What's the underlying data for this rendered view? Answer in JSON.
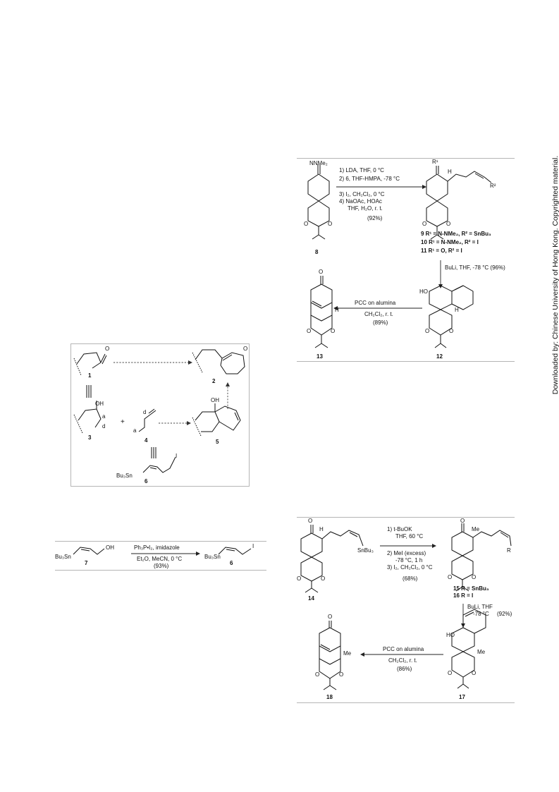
{
  "sidebar_note": "Downloaded by: Chinese University of Hong Kong. Copyrighted material.",
  "scheme_retro": {
    "labels": {
      "c1": "1",
      "c2": "2",
      "c3": "3",
      "c4": "4",
      "c5": "5",
      "c6": "6",
      "plus": "+",
      "oh_a": "OH",
      "oh_b": "OH",
      "a_top": "a",
      "d_top": "d",
      "d_left": "d",
      "a_right": "a",
      "bu3sn": "Bu₃Sn",
      "iodo": "I",
      "equiv": "|||"
    }
  },
  "scheme_iodide": {
    "reagent_line1": "Ph₃P•I₂, imidazole",
    "reagent_line2": "Et₂O, MeCN, 0 °C",
    "yield": "(93%)",
    "left_sn": "Bu₃Sn",
    "left_oh": "OH",
    "right_sn": "Bu₃Sn",
    "right_i": "I",
    "left_num": "7",
    "right_num": "6"
  },
  "scheme_top": {
    "nnme2": "NNMe₂",
    "r1": "R¹",
    "h_top": "H",
    "r2": "R²",
    "step1": "1) LDA, THF, 0 °C",
    "step2": "2) 6, THF-HMPA, -78 °C",
    "step3": "3) I₂, CH₂Cl₂, 0 °C",
    "step4": "4) NaOAc, HOAc",
    "step4b": "THF, H₂O, r. t.",
    "yield1": "(92%)",
    "c8": "8",
    "line9": "9 R¹ = N-NMe₂, R² = SnBu₃",
    "line10": "10 R¹ = N-NMe₂, R² = I",
    "line11": "11 R¹ = O, R² = I",
    "buli": "BuLi, THF, -78 °C (96%)",
    "pcc": "PCC on alumina",
    "pcc_cond": "CH₂Cl₂, r. t.",
    "yield2": "(89%)",
    "ho": "HO",
    "h12": "H",
    "h13": "H",
    "o13": "O",
    "c12": "12",
    "c13": "13"
  },
  "scheme_bottom": {
    "o14": "O",
    "h14": "H",
    "snbu3": "SnBu₃",
    "step1": "1) t-BuOK",
    "step1b": "THF, 60 °C",
    "step2": "2) MeI (excess)",
    "step2b": "-78 °C, 1 h",
    "step3": "3) I₂, CH₂Cl₂, 0 °C",
    "yield1": "(68%)",
    "o15": "O",
    "me15": "Me",
    "r15": "R",
    "c14": "14",
    "line15": "15 R = SnBu₃",
    "line16": "16 R = I",
    "buli": "BuLi, THF",
    "buli2": "-78 °C",
    "yield_buli": "(92%)",
    "pcc": "PCC on alumina",
    "pcc_cond": "CH₂Cl₂, r. t.",
    "yield2": "(86%)",
    "ho": "HO",
    "me17": "Me",
    "me18": "Me",
    "o18": "O",
    "c17": "17",
    "c18": "18"
  }
}
